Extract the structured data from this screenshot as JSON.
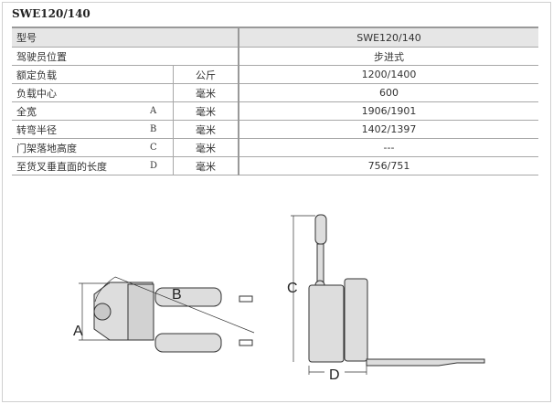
{
  "title": "SWE120/140",
  "header": {
    "label": "型号",
    "value": "SWE120/140"
  },
  "rows": [
    {
      "label": "驾驶员位置",
      "key": "",
      "unit": "",
      "value": "步进式"
    },
    {
      "label": "额定负载",
      "key": "",
      "unit": "公斤",
      "value": "1200/1400"
    },
    {
      "label": "负载中心",
      "key": "",
      "unit": "毫米",
      "value": "600"
    },
    {
      "label": "全宽",
      "key": "A",
      "unit": "毫米",
      "value": "1906/1901"
    },
    {
      "label": "转弯半径",
      "key": "B",
      "unit": "毫米",
      "value": "1402/1397"
    },
    {
      "label": "门架落地高度",
      "key": "C",
      "unit": "毫米",
      "value": "---"
    },
    {
      "label": "至货叉垂直面的长度",
      "key": "D",
      "unit": "毫米",
      "value": "756/751"
    }
  ],
  "diagram": {
    "a": "A",
    "b": "B",
    "c": "C",
    "d": "D"
  }
}
